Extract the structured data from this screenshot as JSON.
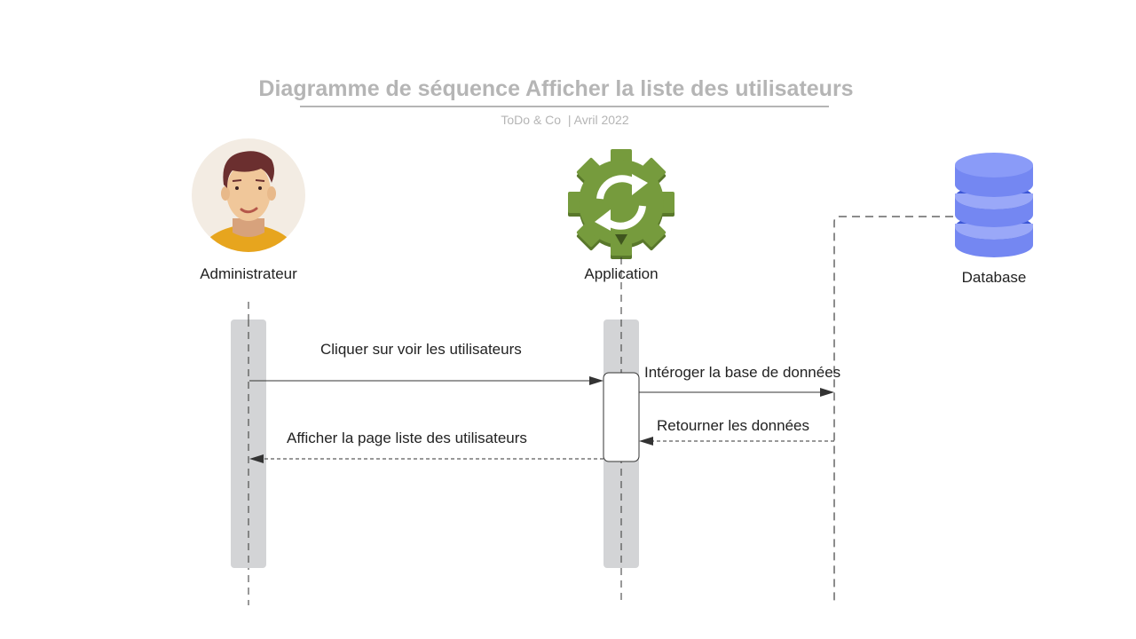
{
  "title": "Diagramme de séquence Afficher la liste des utilisateurs",
  "subtitle": "ToDo & Co  | Avril 2022",
  "participants": [
    {
      "label": "Administrateur",
      "icon": "user-avatar-icon"
    },
    {
      "label": "Application",
      "icon": "gear-sync-icon"
    },
    {
      "label": "Database",
      "icon": "database-icon"
    }
  ],
  "messages": [
    {
      "label": "Cliquer sur voir les utilisateurs",
      "from": "Administrateur",
      "to": "Application",
      "style": "solid"
    },
    {
      "label": "Intéroger la base de données",
      "from": "Application",
      "to": "Database",
      "style": "solid"
    },
    {
      "label": "Retourner les données",
      "from": "Database",
      "to": "Application",
      "style": "dashed"
    },
    {
      "label": "Afficher la page liste des utilisateurs",
      "from": "Application",
      "to": "Administrateur",
      "style": "dashed"
    }
  ],
  "colors": {
    "title": "#b5b5b5",
    "activation_bar": "#d3d4d6",
    "gear": "#769b3d",
    "database": "#8798f7",
    "avatar_shirt": "#e7a51e"
  }
}
